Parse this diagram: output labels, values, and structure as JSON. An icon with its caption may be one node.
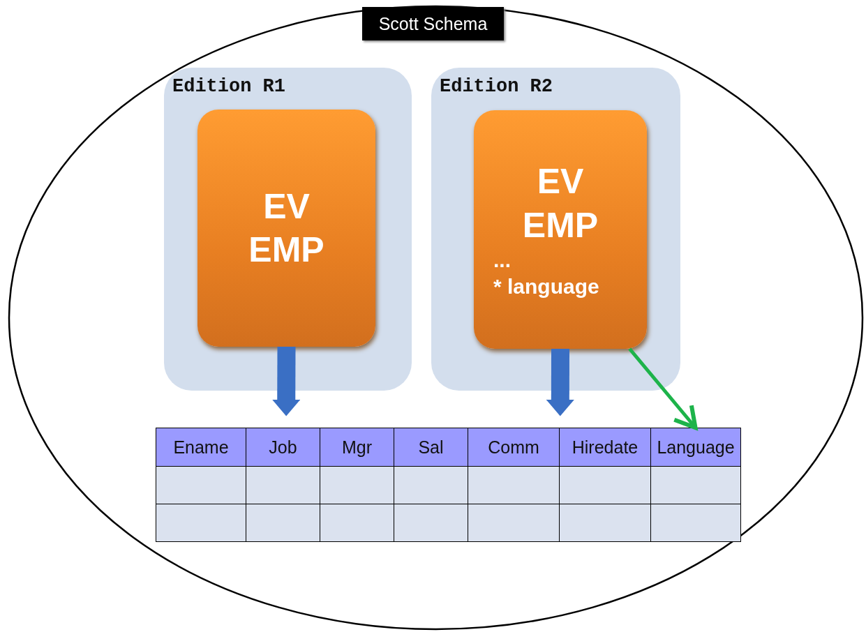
{
  "diagram": {
    "nodes": [
      {
        "text": [
          "Scott Schema"
        ]
      },
      {
        "text": [
          "Edition R1"
        ],
        "in": 0
      },
      {
        "text": [
          "EV EMP"
        ],
        "in": 1
      },
      {
        "text": [
          "Edition R2"
        ],
        "in": 0
      },
      {
        "text": [
          "EV EMP",
          "...",
          "* language"
        ],
        "in": 3
      },
      {
        "text": [],
        "shape": "box",
        "in": 0
      }
    ],
    "edges": [
      {
        "from": 2,
        "to": 5,
        "arrow": "to"
      },
      {
        "from": 4,
        "to": 5,
        "arrow": "to"
      },
      {
        "from": 4,
        "to": 5,
        "arrow": "to",
        "color": "#1db34a"
      }
    ],
    "labels": [
      "Ename",
      "Job",
      "Mgr",
      "Sal",
      "Comm",
      "Hiredate",
      "Language"
    ]
  }
}
